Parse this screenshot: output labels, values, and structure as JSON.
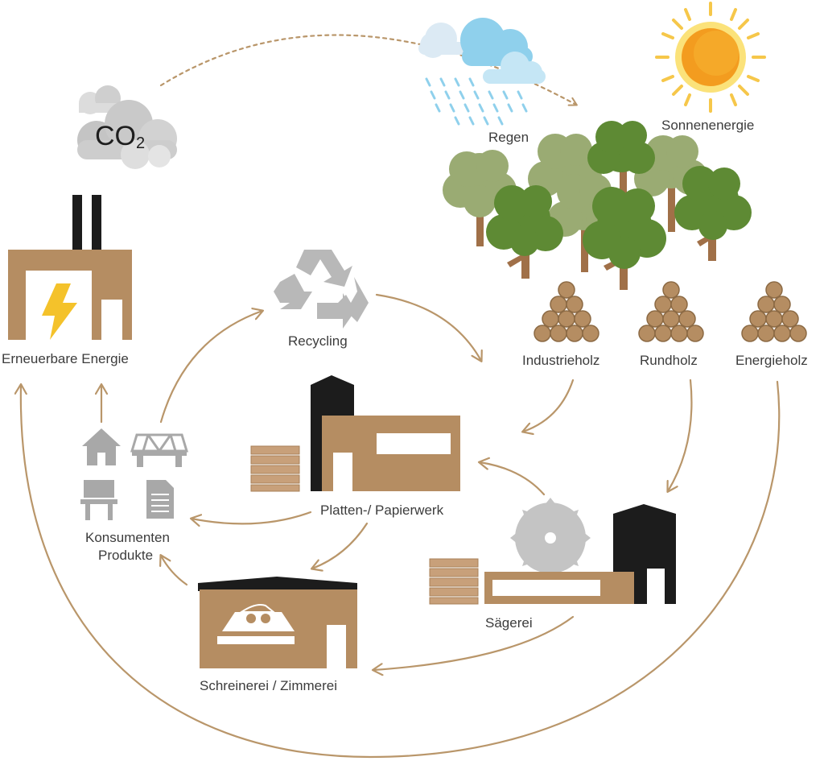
{
  "labels": {
    "co2_main": "CO",
    "co2_sub": "2",
    "regen": "Regen",
    "sonnenenergie": "Sonnenenergie",
    "erneuerbare_energie": "Erneuerbare Energie",
    "recycling": "Recycling",
    "industrieholz": "Industrieholz",
    "rundholz": "Rundholz",
    "energieholz": "Energieholz",
    "platten_papierwerk": "Platten-/ Papierwerk",
    "konsumenten_line1": "Konsumenten",
    "konsumenten_line2": "Produkte",
    "saegerei": "Sägerei",
    "schreinerei": "Schreinerei / Zimmerei"
  },
  "colors": {
    "arrow": "#b9966a",
    "building": "#b58d62",
    "tower": "#1c1c1c",
    "tree_light": "#9aab73",
    "tree_dark": "#5e8a34",
    "trunk": "#a07048",
    "icon_gray": "#a8a8a8",
    "cloud_gray": "#c8c8c8",
    "rain": "#8fd0ec",
    "sun": "#f39c1f",
    "bolt": "#f4c22b",
    "log": "#b58d62"
  },
  "icons": [
    "co2-cloud-icon",
    "rain-cloud-icon",
    "sun-icon",
    "forest-icon",
    "recycling-icon",
    "power-plant-icon",
    "log-pile-icon",
    "paper-mill-icon",
    "sawmill-icon",
    "carpentry-icon",
    "house-icon",
    "bridge-icon",
    "chair-icon",
    "document-icon"
  ]
}
